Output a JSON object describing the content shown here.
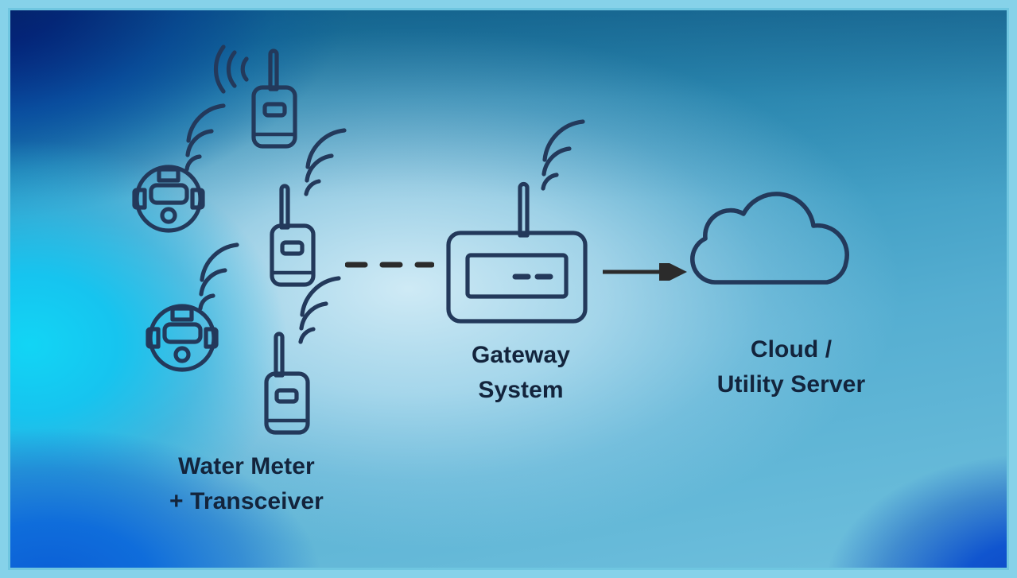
{
  "diagram": {
    "title": "Water Meter Transceiver to Gateway to Cloud Architecture",
    "stroke_color": "#23395b",
    "connector_color": "#2b2b2b",
    "border_color": "#86d2e9",
    "label_color": "#13243c",
    "background_colors": {
      "navy": "#010a5e",
      "cyan": "#12d5f5",
      "teal": "#2f90b8",
      "light_center": "#d6eef8",
      "blue_bottom_left": "#0b5fd6",
      "blue_bottom_right": "#0b45c4"
    }
  },
  "labels": {
    "water_meter": "Water Meter\n+ Transceiver",
    "gateway": "Gateway\nSystem",
    "cloud": "Cloud /\nUtility Server"
  },
  "nodes": [
    {
      "id": "meter-1",
      "name": "water-meter-icon",
      "label": "Water Meter",
      "signal": "wifi-arcs"
    },
    {
      "id": "meter-2",
      "name": "water-meter-icon",
      "label": "Water Meter",
      "signal": "wifi-arcs"
    },
    {
      "id": "transceiver-1",
      "name": "transceiver-icon",
      "label": "Transceiver",
      "signal": "wifi-arcs-left"
    },
    {
      "id": "transceiver-2",
      "name": "transceiver-icon",
      "label": "Transceiver",
      "signal": "wifi-arcs"
    },
    {
      "id": "transceiver-3",
      "name": "transceiver-icon",
      "label": "Transceiver",
      "signal": "wifi-arcs"
    },
    {
      "id": "gateway",
      "name": "gateway-icon",
      "label": "Gateway System",
      "signal": "wifi-arcs"
    },
    {
      "id": "cloud",
      "name": "cloud-icon",
      "label": "Cloud / Utility Server",
      "signal": "none"
    }
  ],
  "connectors": [
    {
      "id": "transceiver-to-gateway",
      "style": "dashed",
      "dashes": 3,
      "direction": "none"
    },
    {
      "id": "gateway-to-cloud",
      "style": "solid",
      "dashes": 0,
      "direction": "right-arrow"
    }
  ],
  "gateway_display": {
    "segments": "– –"
  }
}
